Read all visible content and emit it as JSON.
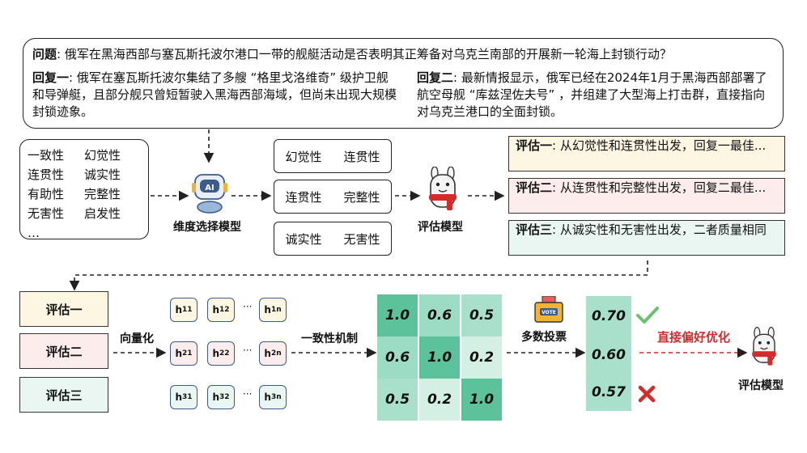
{
  "question": {
    "label": "问题",
    "text": ": 俄军在黑海西部与塞瓦斯托波尔港口一带的舰艇活动是否表明其正筹备对乌克兰南部的开展新一轮海上封锁行动？"
  },
  "reply1": {
    "label": "回复一",
    "text": ": 俄军在塞瓦斯托波尔集结了多艘 “格里戈洛维奇” 级护卫舰和导弹艇，且部分舰只曾短暂驶入黑海西部海域，但尚未出现大规模封锁迹象。"
  },
  "reply2": {
    "label": "回复二",
    "text": ": 最新情报显示，俄军已经在2024年1月于黑海西部部署了航空母舰 “库兹涅佐夫号” ，并组建了大型海上打击群，直接指向对乌克兰港口的全面封锁。"
  },
  "dimensions": [
    "一致性",
    "幻觉性",
    "连贯性",
    "诚实性",
    "有助性",
    "完整性",
    "无害性",
    "启发性",
    "…"
  ],
  "selector_label": "维度选择模型",
  "selected_pairs": [
    [
      "幻觉性",
      "连贯性"
    ],
    [
      "连贯性",
      "完整性"
    ],
    [
      "诚实性",
      "无害性"
    ]
  ],
  "evaluator_label": "评估模型",
  "evaluations": [
    {
      "label": "评估一",
      "text": ": 从幻觉性和连贯性出发，回复一最佳...",
      "bg": "#fdf6e3"
    },
    {
      "label": "评估二",
      "text": ": 从连贯性和完整性出发，回复二最佳...",
      "bg": "#fcecec"
    },
    {
      "label": "评估三",
      "text": ": 从诚实性和无害性出发，二者质量相同",
      "bg": "#e9f6f1"
    }
  ],
  "eval_short": [
    "评估一",
    "评估二",
    "评估三"
  ],
  "vectorize_label": "向量化",
  "consistency_label": "一致性机制",
  "vote_label": "多数投票",
  "vote_icon_text": "VOTE",
  "optimize_label": "直接偏好优化",
  "final_label": "评估模型",
  "ai_icon_text": "AI",
  "hvec_rows": [
    [
      "11",
      "12",
      "1n"
    ],
    [
      "21",
      "22",
      "2n"
    ],
    [
      "31",
      "32",
      "3n"
    ]
  ],
  "matrix": [
    [
      "1.0",
      "0.6",
      "0.5"
    ],
    [
      "0.6",
      "1.0",
      "0.2"
    ],
    [
      "0.5",
      "0.2",
      "1.0"
    ]
  ],
  "scores": [
    "0.70",
    "0.60",
    "0.57"
  ],
  "colors": {
    "accent_red": "#d42a2a",
    "check_green": "#6cc070",
    "matrix_dark": "#5cc29b",
    "matrix_mid": "#9ddcc4",
    "matrix_light": "#d4f0e4"
  }
}
